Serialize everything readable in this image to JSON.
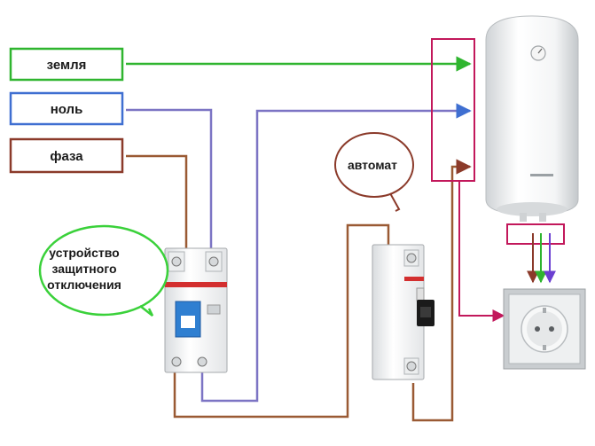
{
  "labels": {
    "earth": "земля",
    "neutral": "ноль",
    "phase": "фаза",
    "breaker": "автомат",
    "rcd_line1": "устройство",
    "rcd_line2": "защитного",
    "rcd_line3": "отключения"
  },
  "colors": {
    "earth": "#2fb52f",
    "neutral": "#3f6fd1",
    "neutral_wire": "#7c74c4",
    "phase": "#8b3a2a",
    "phase_wire": "#9a5a34",
    "magenta": "#c2185b",
    "callout_green": "#3ad13a",
    "callout_brown": "#8b3a2a"
  },
  "icons": {
    "boiler": "water-heater-icon",
    "socket": "power-socket-icon",
    "rcd": "rcd-device-icon",
    "breaker": "circuit-breaker-icon"
  }
}
